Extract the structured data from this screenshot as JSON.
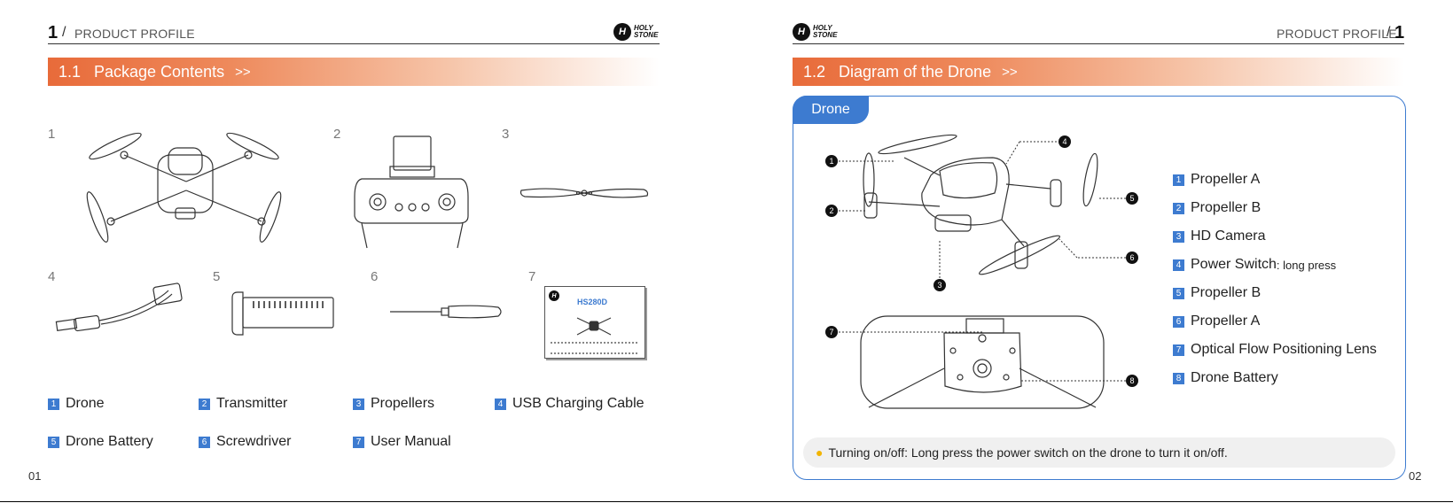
{
  "brand": "HOLY STONE",
  "left_page": {
    "header_number": "1",
    "header_label": "PRODUCT PROFILE",
    "section_number": "1.1",
    "section_title": "Package Contents",
    "arrows": ">>",
    "item_numbers": [
      "1",
      "2",
      "3",
      "4",
      "5",
      "6",
      "7"
    ],
    "manual_model": "HS280D",
    "legend": [
      {
        "n": "1",
        "label": "Drone"
      },
      {
        "n": "2",
        "label": "Transmitter"
      },
      {
        "n": "3",
        "label": "Propellers"
      },
      {
        "n": "4",
        "label": "USB Charging Cable"
      },
      {
        "n": "5",
        "label": "Drone Battery"
      },
      {
        "n": "6",
        "label": "Screwdriver"
      },
      {
        "n": "7",
        "label": "User Manual"
      }
    ],
    "page_number": "01"
  },
  "right_page": {
    "header_number": "1",
    "header_label": "PRODUCT PROFILE",
    "section_number": "1.2",
    "section_title": "Diagram of the Drone",
    "arrows": ">>",
    "tab_label": "Drone",
    "callouts": [
      "1",
      "2",
      "3",
      "4",
      "5",
      "6",
      "7",
      "8"
    ],
    "parts": [
      {
        "n": "1",
        "label": "Propeller A",
        "note": ""
      },
      {
        "n": "2",
        "label": "Propeller B",
        "note": ""
      },
      {
        "n": "3",
        "label": "HD Camera",
        "note": ""
      },
      {
        "n": "4",
        "label": "Power Switch",
        "note": ": long press"
      },
      {
        "n": "5",
        "label": "Propeller B",
        "note": ""
      },
      {
        "n": "6",
        "label": "Propeller A",
        "note": ""
      },
      {
        "n": "7",
        "label": "Optical Flow Positioning Lens",
        "note": ""
      },
      {
        "n": "8",
        "label": "Drone Battery",
        "note": ""
      }
    ],
    "tip": "Turning on/off: Long press the power switch on the drone to turn it on/off.",
    "page_number": "02"
  },
  "colors": {
    "accent_orange": "#e86b3a",
    "accent_blue": "#3d7bd0"
  }
}
